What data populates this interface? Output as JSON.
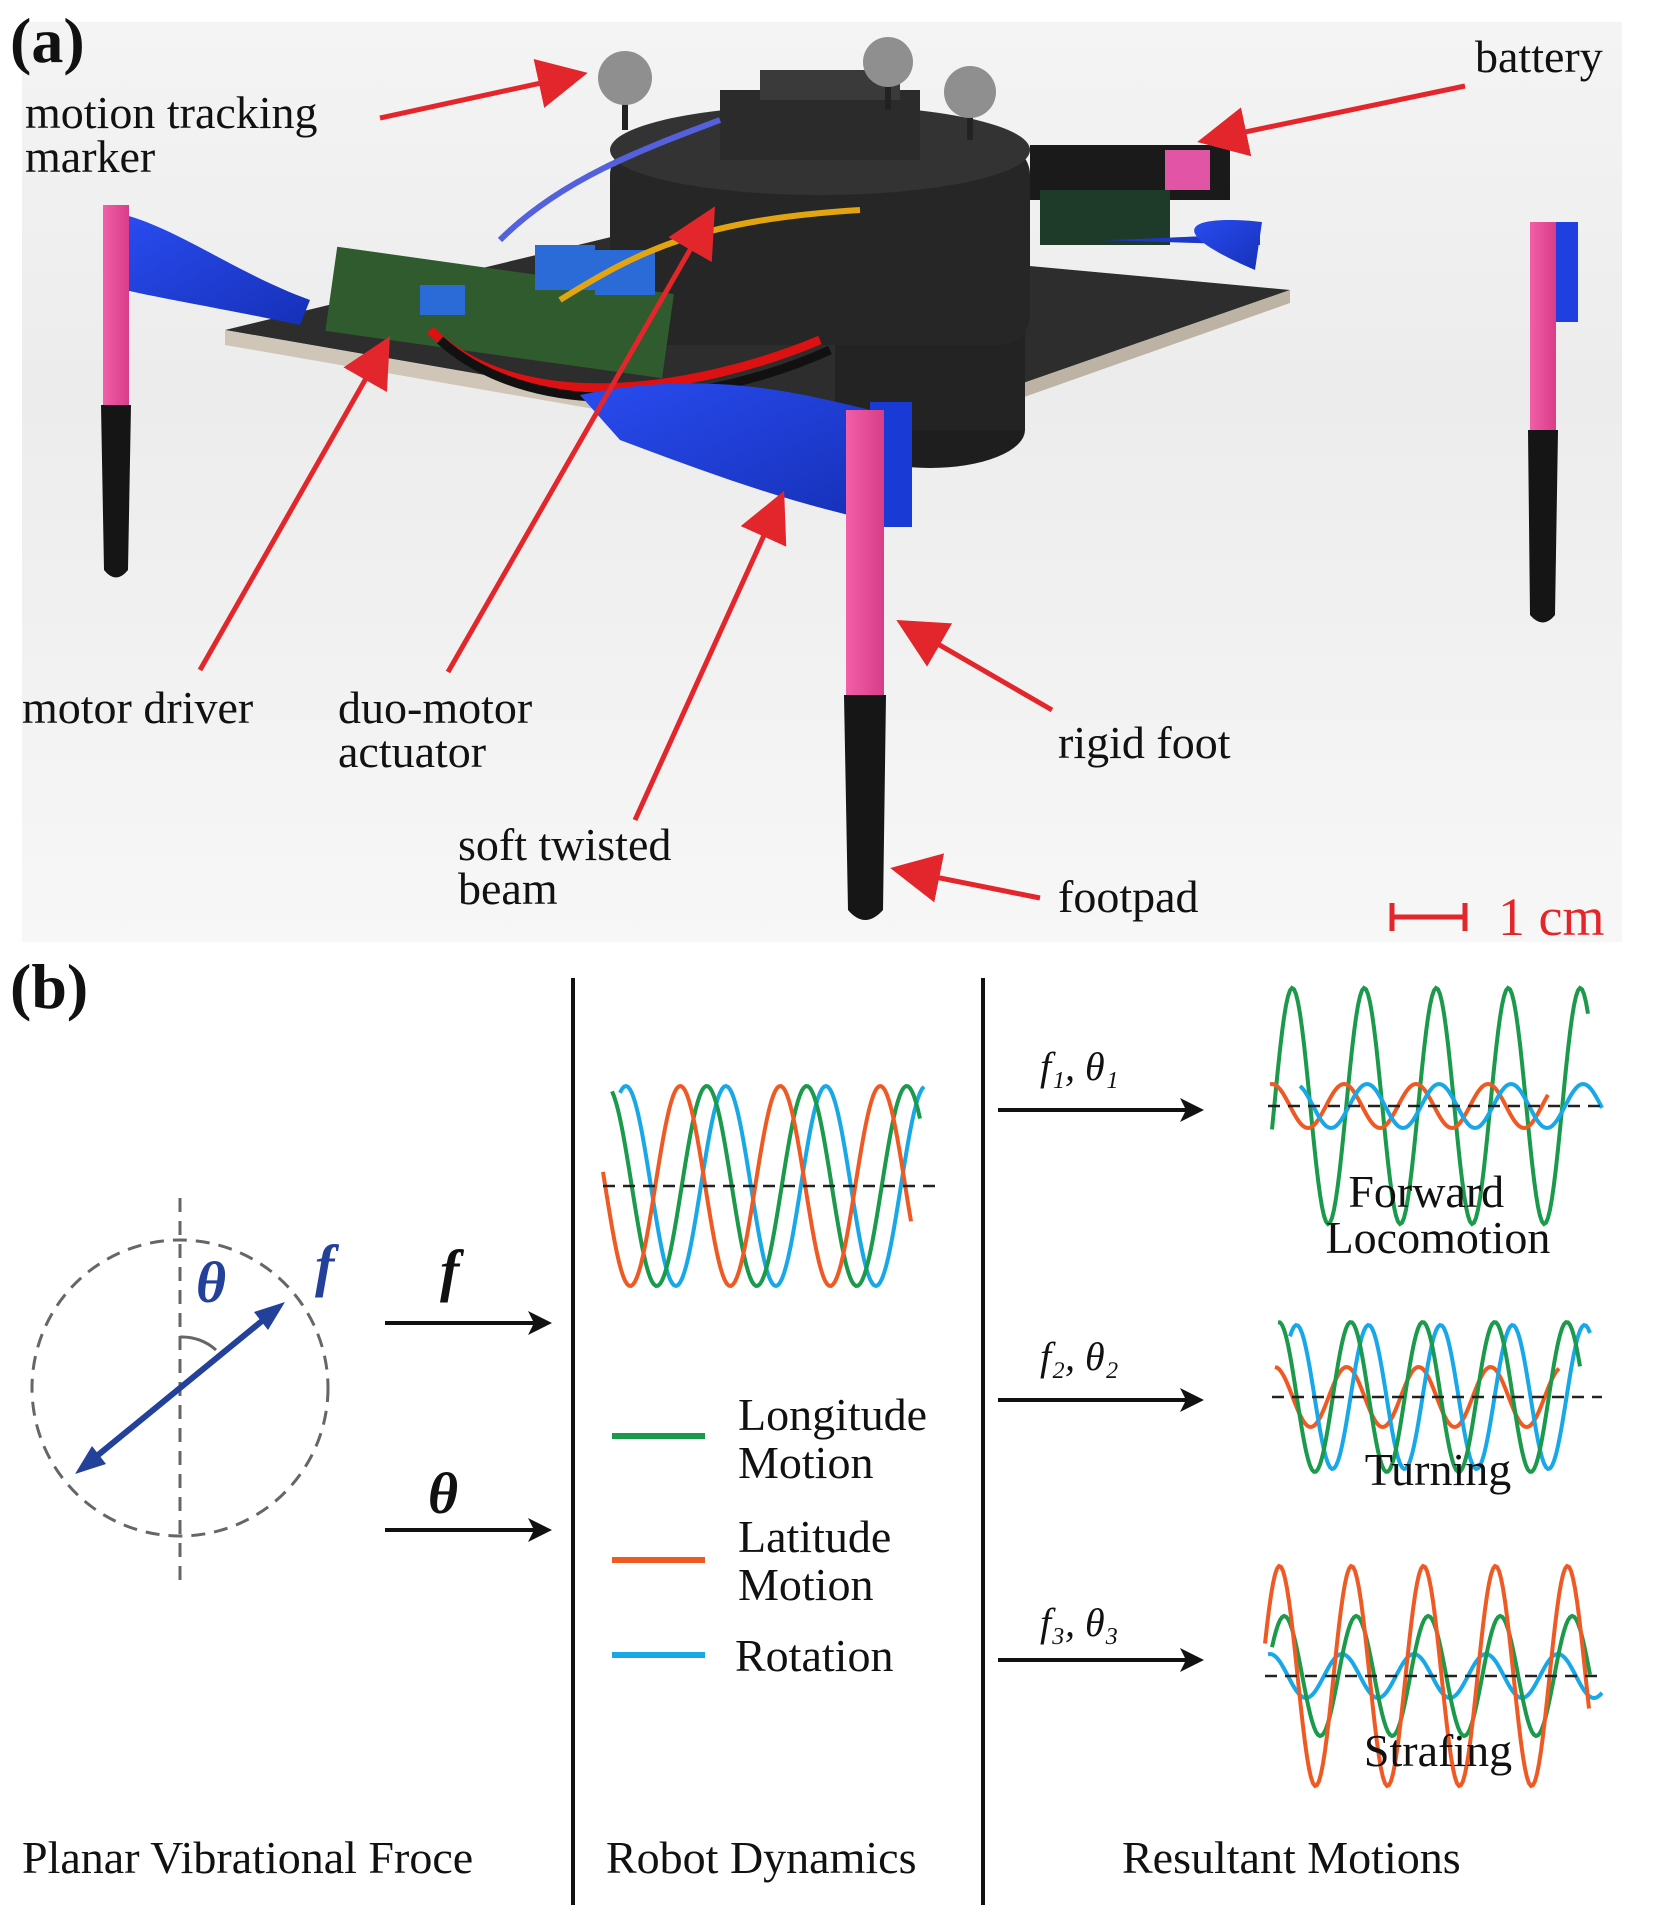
{
  "panel_a": {
    "label": "(a)",
    "callouts": {
      "motion_tracking_marker": [
        "motion tracking",
        "marker"
      ],
      "battery": "battery",
      "motor_driver": "motor driver",
      "duo_motor_actuator": [
        "duo-motor",
        "actuator"
      ],
      "rigid_foot": "rigid foot",
      "soft_twisted_beam": [
        "soft twisted",
        "beam"
      ],
      "footpad": "footpad"
    },
    "scale_bar": "1 cm",
    "colors": {
      "arrow": "#e3262b",
      "leg": "#ee4a9b",
      "beam": "#1f3fe0",
      "footpad": "#151515",
      "body": "#2a2a2a",
      "plate": "#333333"
    }
  },
  "panel_b": {
    "label": "(b)",
    "force_symbol": "f",
    "angle_symbol": "θ",
    "input_f": "f",
    "input_theta": "θ",
    "legend": {
      "longitude": [
        "Longitude",
        "Motion"
      ],
      "latitude": [
        "Latitude",
        "Motion"
      ],
      "rotation": "Rotation"
    },
    "outputs": {
      "forward": {
        "params": "f₁, θ₁",
        "label": [
          "Forward",
          "Locomotion"
        ]
      },
      "turning": {
        "params": "f₂, θ₂",
        "label": "Turning"
      },
      "strafing": {
        "params": "f₃, θ₃",
        "label": "Strafing"
      }
    },
    "column_headers": {
      "left": "Planar Vibrational Froce",
      "middle": "Robot Dynamics",
      "right": "Resultant Motions"
    },
    "colors": {
      "longitude": "#1a9a4a",
      "latitude": "#ef5a24",
      "rotation": "#18a8e8",
      "force_arrow": "#23409a",
      "dashed": "#555555"
    }
  }
}
